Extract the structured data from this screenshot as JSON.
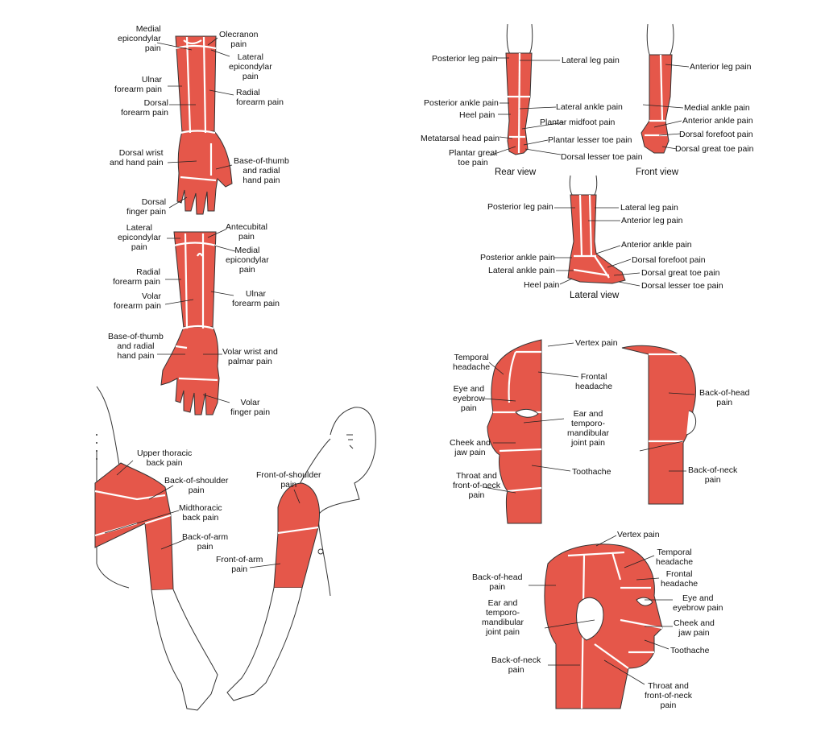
{
  "colors": {
    "pain": "#e5574a",
    "skin_line": "#333333",
    "divider": "#ffffff",
    "leader": "#222222"
  },
  "panels": {
    "arm_dorsal": {
      "labels": {
        "medial_epicondylar": "Medial\nepicondylar\npain",
        "olecranon": "Olecranon\npain",
        "lateral_epicondylar": "Lateral\nepicondylar\npain",
        "ulnar_forearm": "Ulnar\nforearm pain",
        "dorsal_forearm": "Dorsal\nforearm pain",
        "radial_forearm": "Radial\nforearm pain",
        "dorsal_wrist_hand": "Dorsal wrist\nand hand pain",
        "base_of_thumb": "Base-of-thumb\nand radial\nhand pain",
        "dorsal_finger": "Dorsal\nfinger pain"
      }
    },
    "arm_volar": {
      "labels": {
        "lateral_epicondylar": "Lateral\nepicondylar\npain",
        "antecubital": "Antecubital\npain",
        "medial_epicondylar": "Medial\nepicondylar\npain",
        "radial_forearm": "Radial\nforearm pain",
        "volar_forearm": "Volar\nforearm pain",
        "ulnar_forearm": "Ulnar\nforearm pain",
        "base_of_thumb": "Base-of-thumb\nand radial\nhand pain",
        "volar_wrist_palmar": "Volar wrist and\npalmar pain",
        "volar_finger": "Volar\nfinger pain"
      }
    },
    "shoulder": {
      "labels": {
        "upper_thoracic": "Upper thoracic\nback pain",
        "back_of_shoulder": "Back-of-shoulder\npain",
        "midthoracic": "Midthoracic\nback pain",
        "back_of_arm": "Back-of-arm\npain",
        "front_of_shoulder": "Front-of-shoulder\npain",
        "front_of_arm": "Front-of-arm\npain"
      }
    },
    "leg_rear": {
      "view": "Rear view",
      "labels": {
        "posterior_leg": "Posterior leg pain",
        "posterior_ankle": "Posterior ankle pain",
        "heel": "Heel pain",
        "metatarsal_head": "Metatarsal head pain",
        "plantar_great_toe": "Plantar great\ntoe pain",
        "lateral_leg": "Lateral leg pain",
        "lateral_ankle": "Lateral ankle pain",
        "plantar_midfoot": "Plantar midfoot pain",
        "plantar_lesser_toe": "Plantar lesser toe pain",
        "dorsal_lesser_toe": "Dorsal lesser toe pain"
      }
    },
    "leg_front": {
      "view": "Front view",
      "labels": {
        "anterior_leg": "Anterior leg pain",
        "medial_ankle": "Medial ankle pain",
        "anterior_ankle": "Anterior ankle pain",
        "dorsal_forefoot": "Dorsal forefoot pain",
        "dorsal_great_toe": "Dorsal great toe pain"
      }
    },
    "leg_lateral": {
      "view": "Lateral view",
      "labels": {
        "posterior_leg": "Posterior leg pain",
        "lateral_leg": "Lateral leg pain",
        "anterior_leg": "Anterior leg pain",
        "anterior_ankle": "Anterior ankle pain",
        "posterior_ankle": "Posterior ankle pain",
        "dorsal_forefoot": "Dorsal forefoot pain",
        "lateral_ankle": "Lateral ankle pain",
        "dorsal_great_toe": "Dorsal great toe pain",
        "heel": "Heel pain",
        "dorsal_lesser_toe": "Dorsal lesser toe pain"
      }
    },
    "head_split": {
      "labels": {
        "temporal": "Temporal\nheadache",
        "vertex": "Vertex pain",
        "frontal": "Frontal\nheadache",
        "eye_eyebrow": "Eye and\neyebrow\npain",
        "ear_tmj": "Ear and\ntemporo-\nmandibular\njoint pain",
        "cheek_jaw": "Cheek and\njaw pain",
        "toothache": "Toothache",
        "throat": "Throat and\nfront-of-neck\npain",
        "back_of_head": "Back-of-head\npain",
        "back_of_neck": "Back-of-neck\npain"
      }
    },
    "head_profile": {
      "labels": {
        "vertex": "Vertex pain",
        "temporal": "Temporal\nheadache",
        "frontal": "Frontal\nheadache",
        "back_of_head": "Back-of-head\npain",
        "eye_eyebrow": "Eye and\neyebrow pain",
        "ear_tmj": "Ear and\ntemporo-\nmandibular\njoint pain",
        "cheek_jaw": "Cheek and\njaw pain",
        "toothache": "Toothache",
        "back_of_neck": "Back-of-neck\npain",
        "throat": "Throat and\nfront-of-neck\npain"
      }
    }
  }
}
